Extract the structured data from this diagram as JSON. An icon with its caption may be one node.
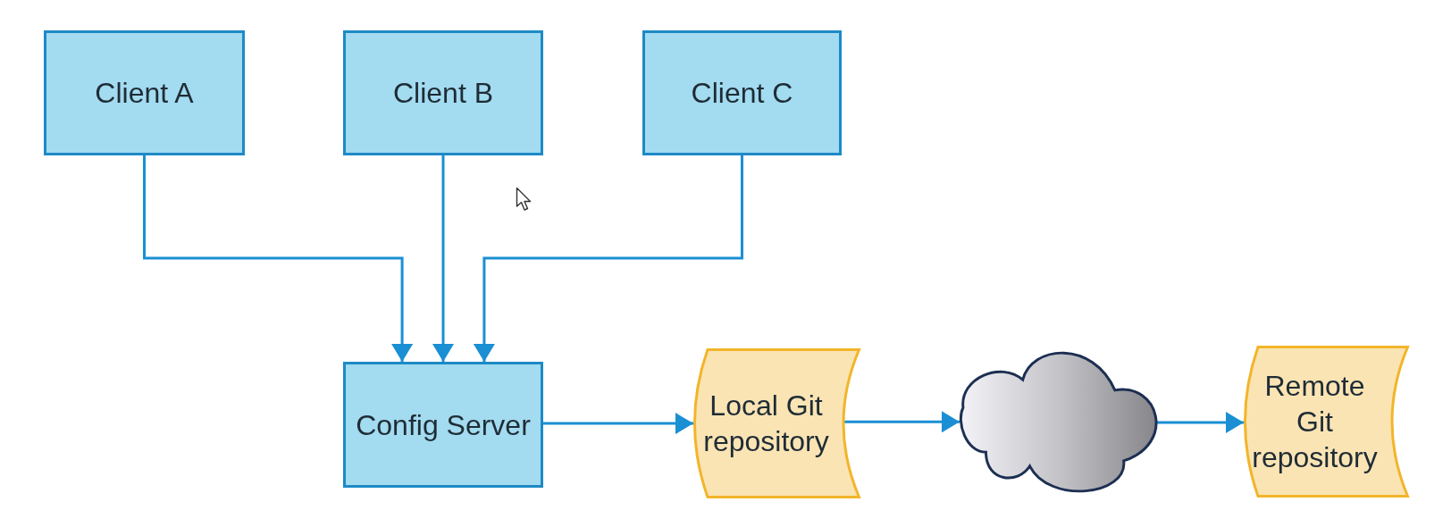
{
  "diagram": {
    "nodes": [
      {
        "text": [
          "Client A"
        ]
      },
      {
        "text": [
          "Client B"
        ]
      },
      {
        "text": [
          "Client C"
        ]
      },
      {
        "text": [
          "Config Server"
        ]
      },
      {
        "text": [
          "Local Git repository"
        ]
      },
      {
        "text": [],
        "shape": "cloud"
      },
      {
        "text": [
          "Remote Git repository"
        ]
      }
    ],
    "edges": [
      {
        "from": 0,
        "to": 3,
        "arrow": "to"
      },
      {
        "from": 1,
        "to": 3,
        "arrow": "to"
      },
      {
        "from": 2,
        "to": 3,
        "arrow": "to"
      },
      {
        "from": 3,
        "to": 4,
        "arrow": "to"
      },
      {
        "from": 4,
        "to": 5,
        "arrow": "to"
      },
      {
        "from": 5,
        "to": 6,
        "arrow": "to"
      }
    ]
  }
}
